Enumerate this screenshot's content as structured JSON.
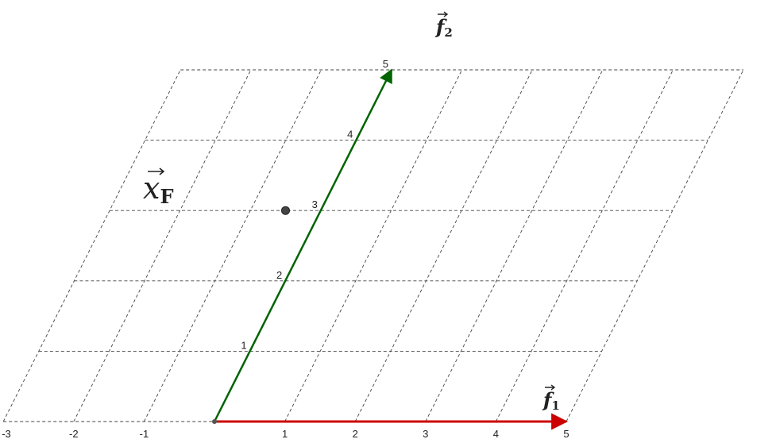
{
  "grid": {
    "i_range": [
      -3,
      5
    ],
    "j_range": [
      0,
      5
    ]
  },
  "f1_ticks": [
    "-3",
    "-2",
    "-1",
    "1",
    "2",
    "3",
    "4",
    "5"
  ],
  "f2_ticks": [
    "1",
    "2",
    "3",
    "4",
    "5"
  ],
  "vectors": {
    "f1": {
      "letter": "f",
      "sub": "1",
      "color": "#cc0000",
      "tip": [
        5,
        0
      ]
    },
    "f2": {
      "letter": "f",
      "sub": "2",
      "color": "#006400",
      "tip": [
        0,
        5
      ]
    }
  },
  "point": {
    "letter": "x",
    "sub": "F",
    "color": "#444444",
    "coords": [
      -0.5,
      3
    ]
  },
  "colors": {
    "grid": "#444444"
  }
}
